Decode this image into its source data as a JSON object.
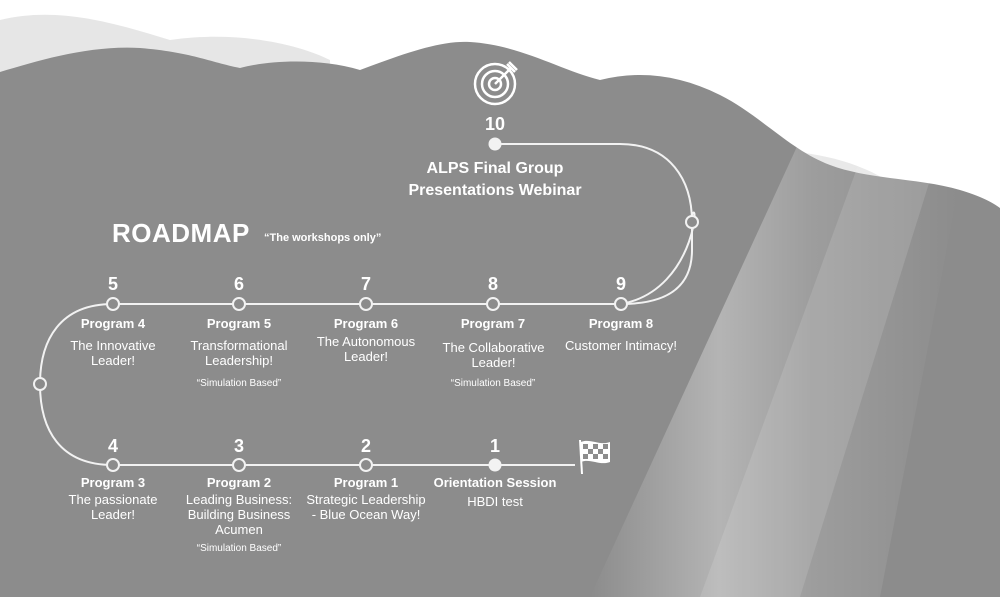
{
  "roadmap": {
    "title": "ROADMAP",
    "subtitle": "“The workshops only”"
  },
  "final": {
    "number": "10",
    "line1": "ALPS Final Group",
    "line2": "Presentations Webinar"
  },
  "top_row": [
    {
      "number": "5",
      "program": "Program 4",
      "desc": "The Innovative Leader!",
      "note": ""
    },
    {
      "number": "6",
      "program": "Program 5",
      "desc": "Transformational Leadership!",
      "note": "“Simulation Based”"
    },
    {
      "number": "7",
      "program": "Program 6",
      "desc": "The Autonomous Leader!",
      "note": ""
    },
    {
      "number": "8",
      "program": "Program 7",
      "desc": "The Collaborative Leader!",
      "note": "“Simulation Based”"
    },
    {
      "number": "9",
      "program": "Program 8",
      "desc": "Customer Intimacy!",
      "note": ""
    }
  ],
  "bottom_row": [
    {
      "number": "4",
      "program": "Program 3",
      "desc": "The passionate Leader!",
      "note": ""
    },
    {
      "number": "3",
      "program": "Program 2",
      "desc": "Leading Business: Building Business Acumen",
      "note": "“Simulation Based”"
    },
    {
      "number": "2",
      "program": "Program 1",
      "desc": "Strategic Leadership - Blue Ocean Way!",
      "note": ""
    },
    {
      "number": "1",
      "program": "Orientation Session",
      "desc": "HBDI test",
      "note": ""
    }
  ],
  "icons": {
    "target": "target-icon",
    "finish": "checkered-flag-icon"
  },
  "colors": {
    "background": "#8c8c8c",
    "back_cloud": "#e8e8e8",
    "line": "#f2f2f2"
  }
}
